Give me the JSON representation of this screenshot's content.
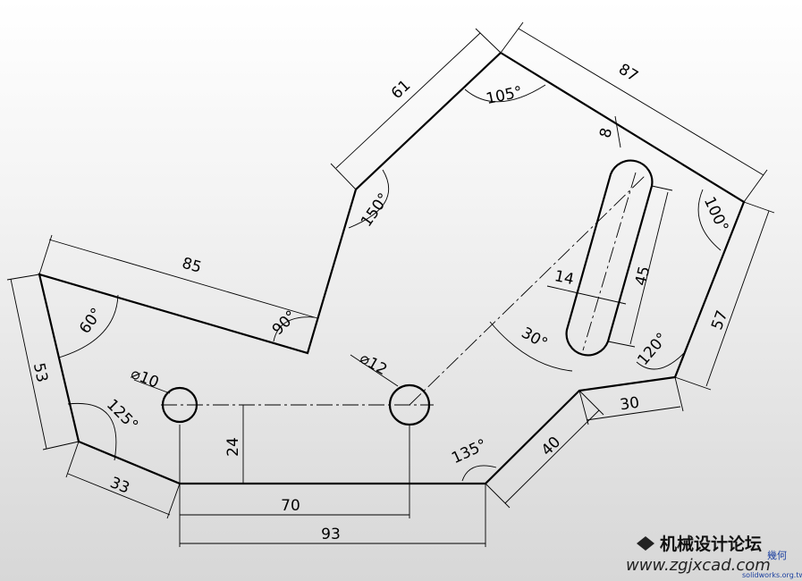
{
  "dimensions": {
    "d87": "87",
    "d61": "61",
    "d85": "85",
    "d53": "53",
    "d33": "33",
    "d70": "70",
    "d93": "93",
    "d24": "24",
    "d40": "40",
    "d30": "30",
    "d57": "57",
    "d45": "45",
    "d14": "14",
    "d8": "8",
    "hole_small": "⌀10",
    "hole_large": "⌀12"
  },
  "angles": {
    "a105": "105°",
    "a150": "150°",
    "a90": "90°",
    "a60": "60°",
    "a125": "125°",
    "a135": "135°",
    "a120": "120°",
    "a100": "100°",
    "a30": "30°"
  },
  "watermark": {
    "logo_text": "机械设计论坛",
    "url": "www.zgjxcad.com",
    "sub": "solidworks.org.tw",
    "sub_chars": "幾何"
  },
  "colors": {
    "line": "#000000",
    "watermark_red": "#cc2222",
    "watermark_blue": "#1a3fa0"
  }
}
